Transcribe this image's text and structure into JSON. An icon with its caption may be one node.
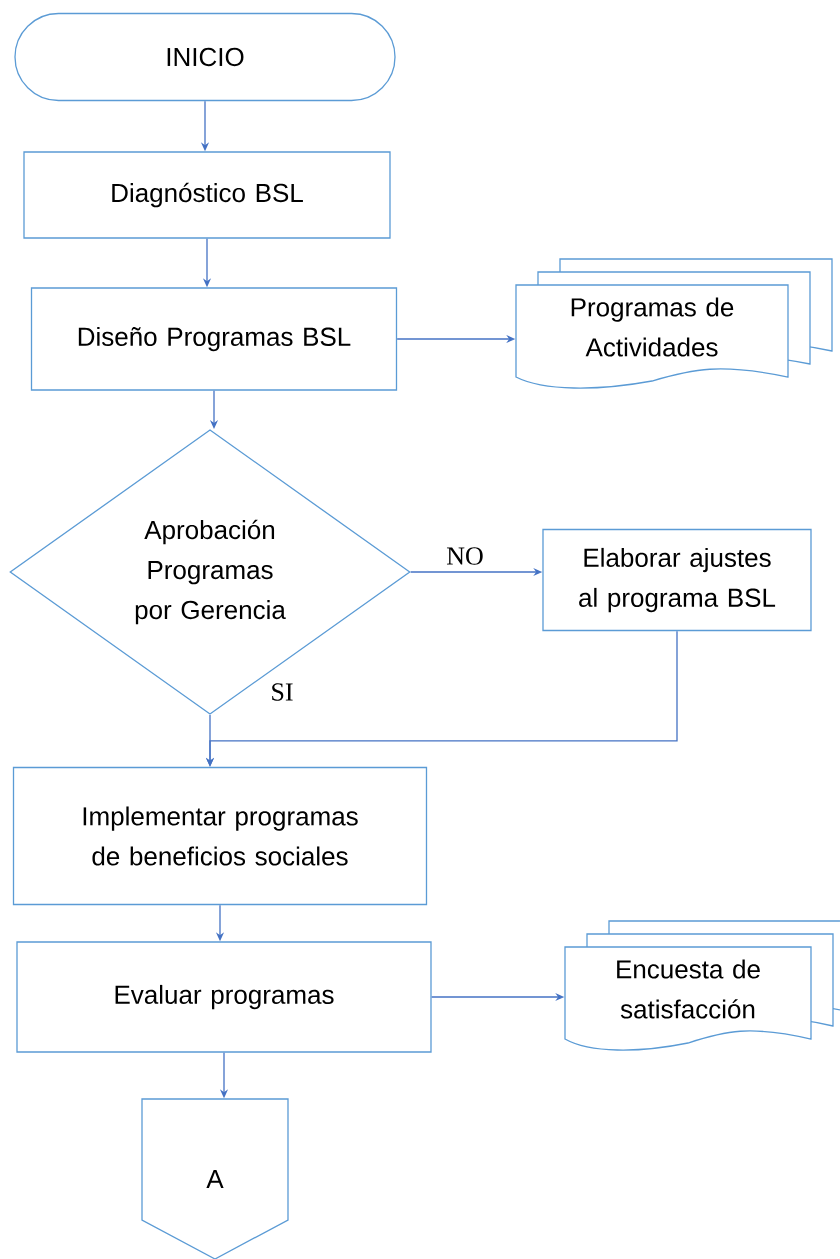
{
  "diagram": {
    "nodes": [
      {
        "text": [
          "INICIO"
        ]
      },
      {
        "text": [
          "Diagnóstico BSL"
        ]
      },
      {
        "text": [
          "Diseño Programas BSL"
        ]
      },
      {
        "text": [
          "Programas de Actividades"
        ]
      },
      {
        "text": [
          "Aprobación Programas por Gerencia"
        ]
      },
      {
        "text": [
          "Elaborar ajustes al programa BSL"
        ]
      },
      {
        "text": [
          "Implementar programas de beneficios sociales"
        ]
      },
      {
        "text": [
          "Evaluar programas"
        ]
      },
      {
        "text": [
          "Encuesta de satisfacción"
        ]
      },
      {
        "text": [
          "A"
        ]
      }
    ],
    "edges": [
      {
        "from": 0,
        "to": 1,
        "arrow": "to"
      },
      {
        "from": 1,
        "to": 2,
        "arrow": "to"
      },
      {
        "from": 2,
        "to": 3,
        "arrow": "to"
      },
      {
        "from": 2,
        "to": 4,
        "arrow": "to"
      },
      {
        "from": 4,
        "to": 5,
        "arrow": "to",
        "label": "NO"
      },
      {
        "from": 4,
        "to": 6,
        "arrow": "to",
        "label": "SI"
      },
      {
        "from": 5,
        "to": 6,
        "arrow": "to"
      },
      {
        "from": 6,
        "to": 7,
        "arrow": "to"
      },
      {
        "from": 7,
        "to": 8,
        "arrow": "to"
      },
      {
        "from": 7,
        "to": 9,
        "arrow": "to"
      }
    ]
  }
}
